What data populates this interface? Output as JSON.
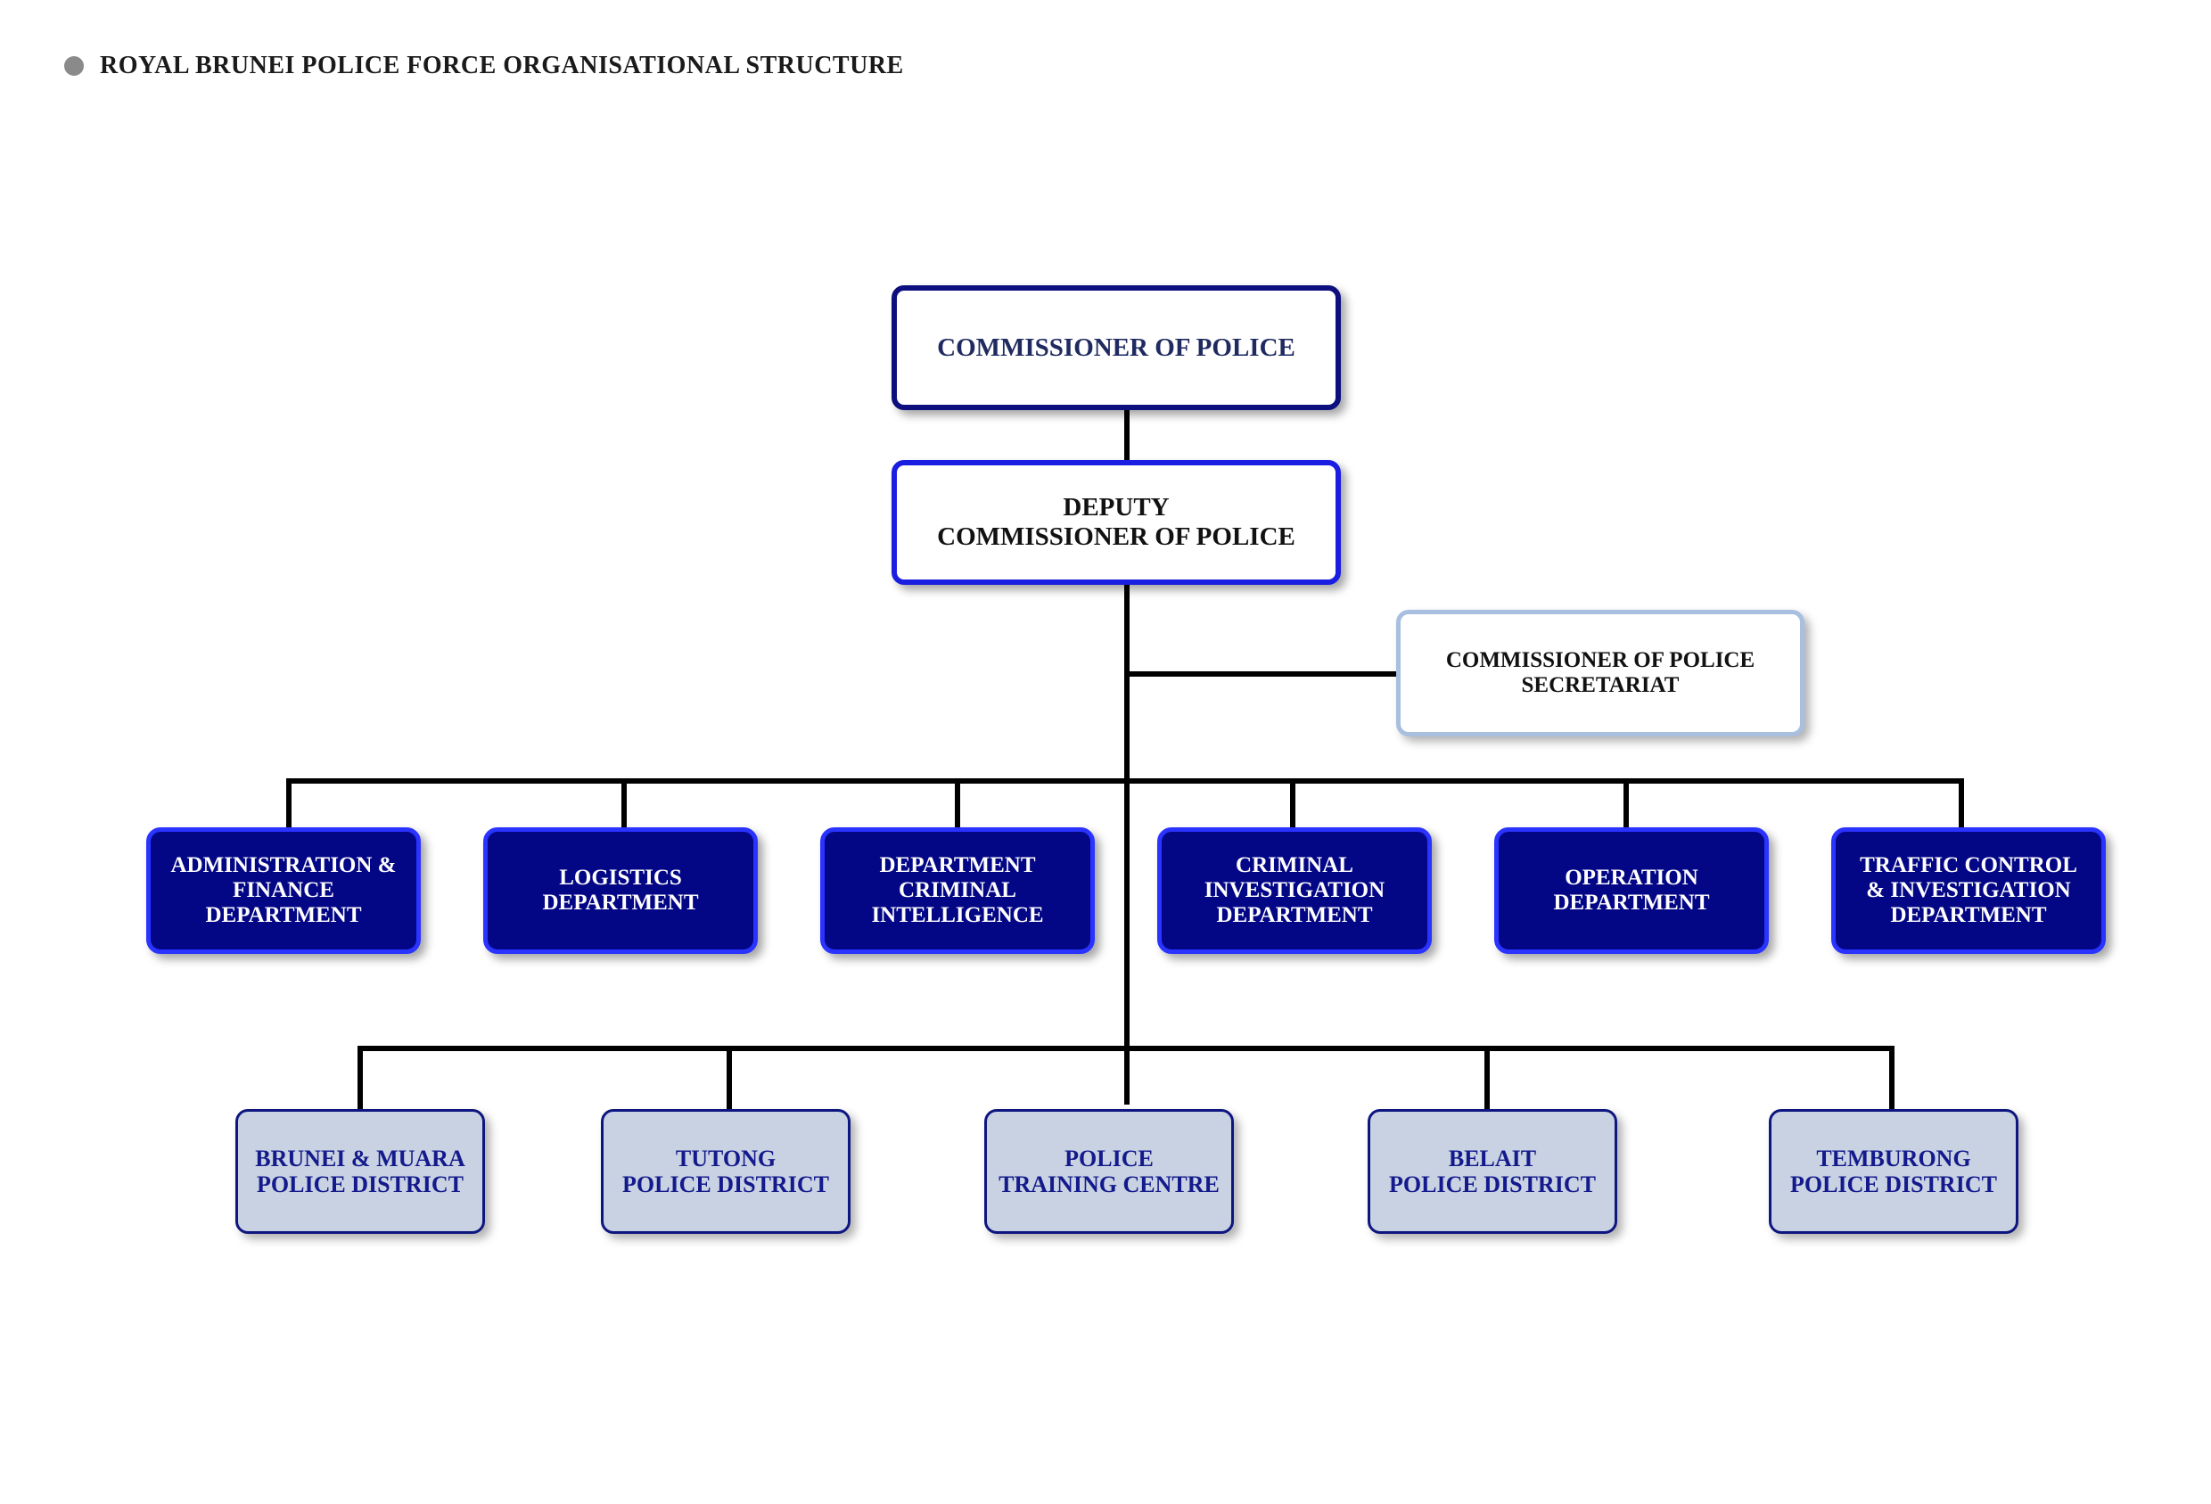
{
  "header": {
    "title": "ROYAL BRUNEI POLICE FORCE ORGANISATIONAL STRUCTURE",
    "bullet_color": "#8a8a8a"
  },
  "colors": {
    "top_border": "#0d0f7e",
    "deputy_border": "#1a1ee0",
    "secretariat_border": "#a9bfe0",
    "department_fill": "#040785",
    "district_fill": "#c8d2e2",
    "connector": "#000000"
  },
  "org": {
    "commissioner": "COMMISSIONER OF POLICE",
    "deputy": "DEPUTY\nCOMMISSIONER OF POLICE",
    "secretariat": "COMMISSIONER OF POLICE\nSECRETARIAT",
    "departments": [
      "ADMINISTRATION &\nFINANCE\nDEPARTMENT",
      "LOGISTICS\nDEPARTMENT",
      "DEPARTMENT\nCRIMINAL\nINTELLIGENCE",
      "CRIMINAL\nINVESTIGATION\nDEPARTMENT",
      "OPERATION\nDEPARTMENT",
      "TRAFFIC CONTROL\n& INVESTIGATION\nDEPARTMENT"
    ],
    "districts": [
      "BRUNEI & MUARA\nPOLICE DISTRICT",
      "TUTONG\nPOLICE DISTRICT",
      "POLICE\nTRAINING CENTRE",
      "BELAIT\nPOLICE DISTRICT",
      "TEMBURONG\nPOLICE DISTRICT"
    ]
  }
}
